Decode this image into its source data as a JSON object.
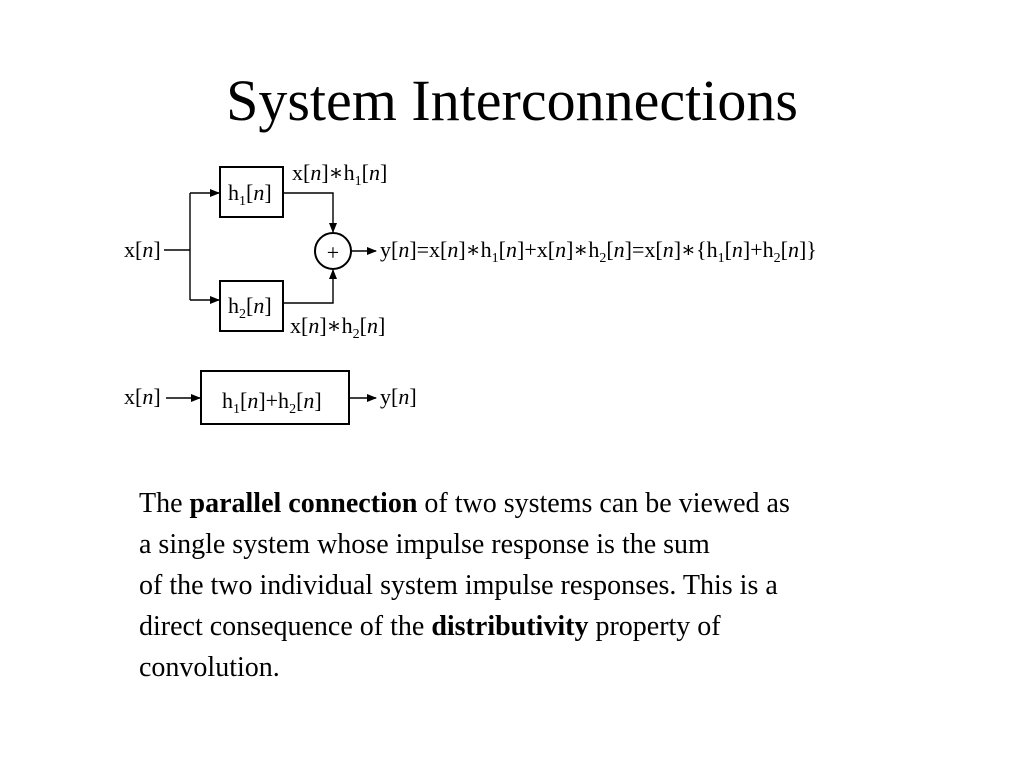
{
  "slide": {
    "title": "System Interconnections"
  },
  "diagram": {
    "parallel": {
      "input": "x[n]",
      "h1": "h1[n]",
      "h2": "h2[n]",
      "branch1_out": "x[n]∗h1[n]",
      "branch2_out": "x[n]∗h2[n]",
      "adder_symbol": "+",
      "output": "y[n]=x[n]∗h1[n]+x[n]∗h2[n]=x[n]∗{h1[n]+h2[n]}"
    },
    "equivalent": {
      "input": "x[n]",
      "system": "h1[n]+h2[n]",
      "output": "y[n]"
    }
  },
  "body": {
    "lines": [
      [
        "The ",
        "parallel connection",
        " of two systems can be viewed as"
      ],
      [
        "a single system whose impulse response is the sum"
      ],
      [
        "of the two individual system impulse responses.  This is a"
      ],
      [
        "direct consequence of the ",
        "distributivity",
        " property of"
      ],
      [
        "convolution."
      ]
    ]
  }
}
